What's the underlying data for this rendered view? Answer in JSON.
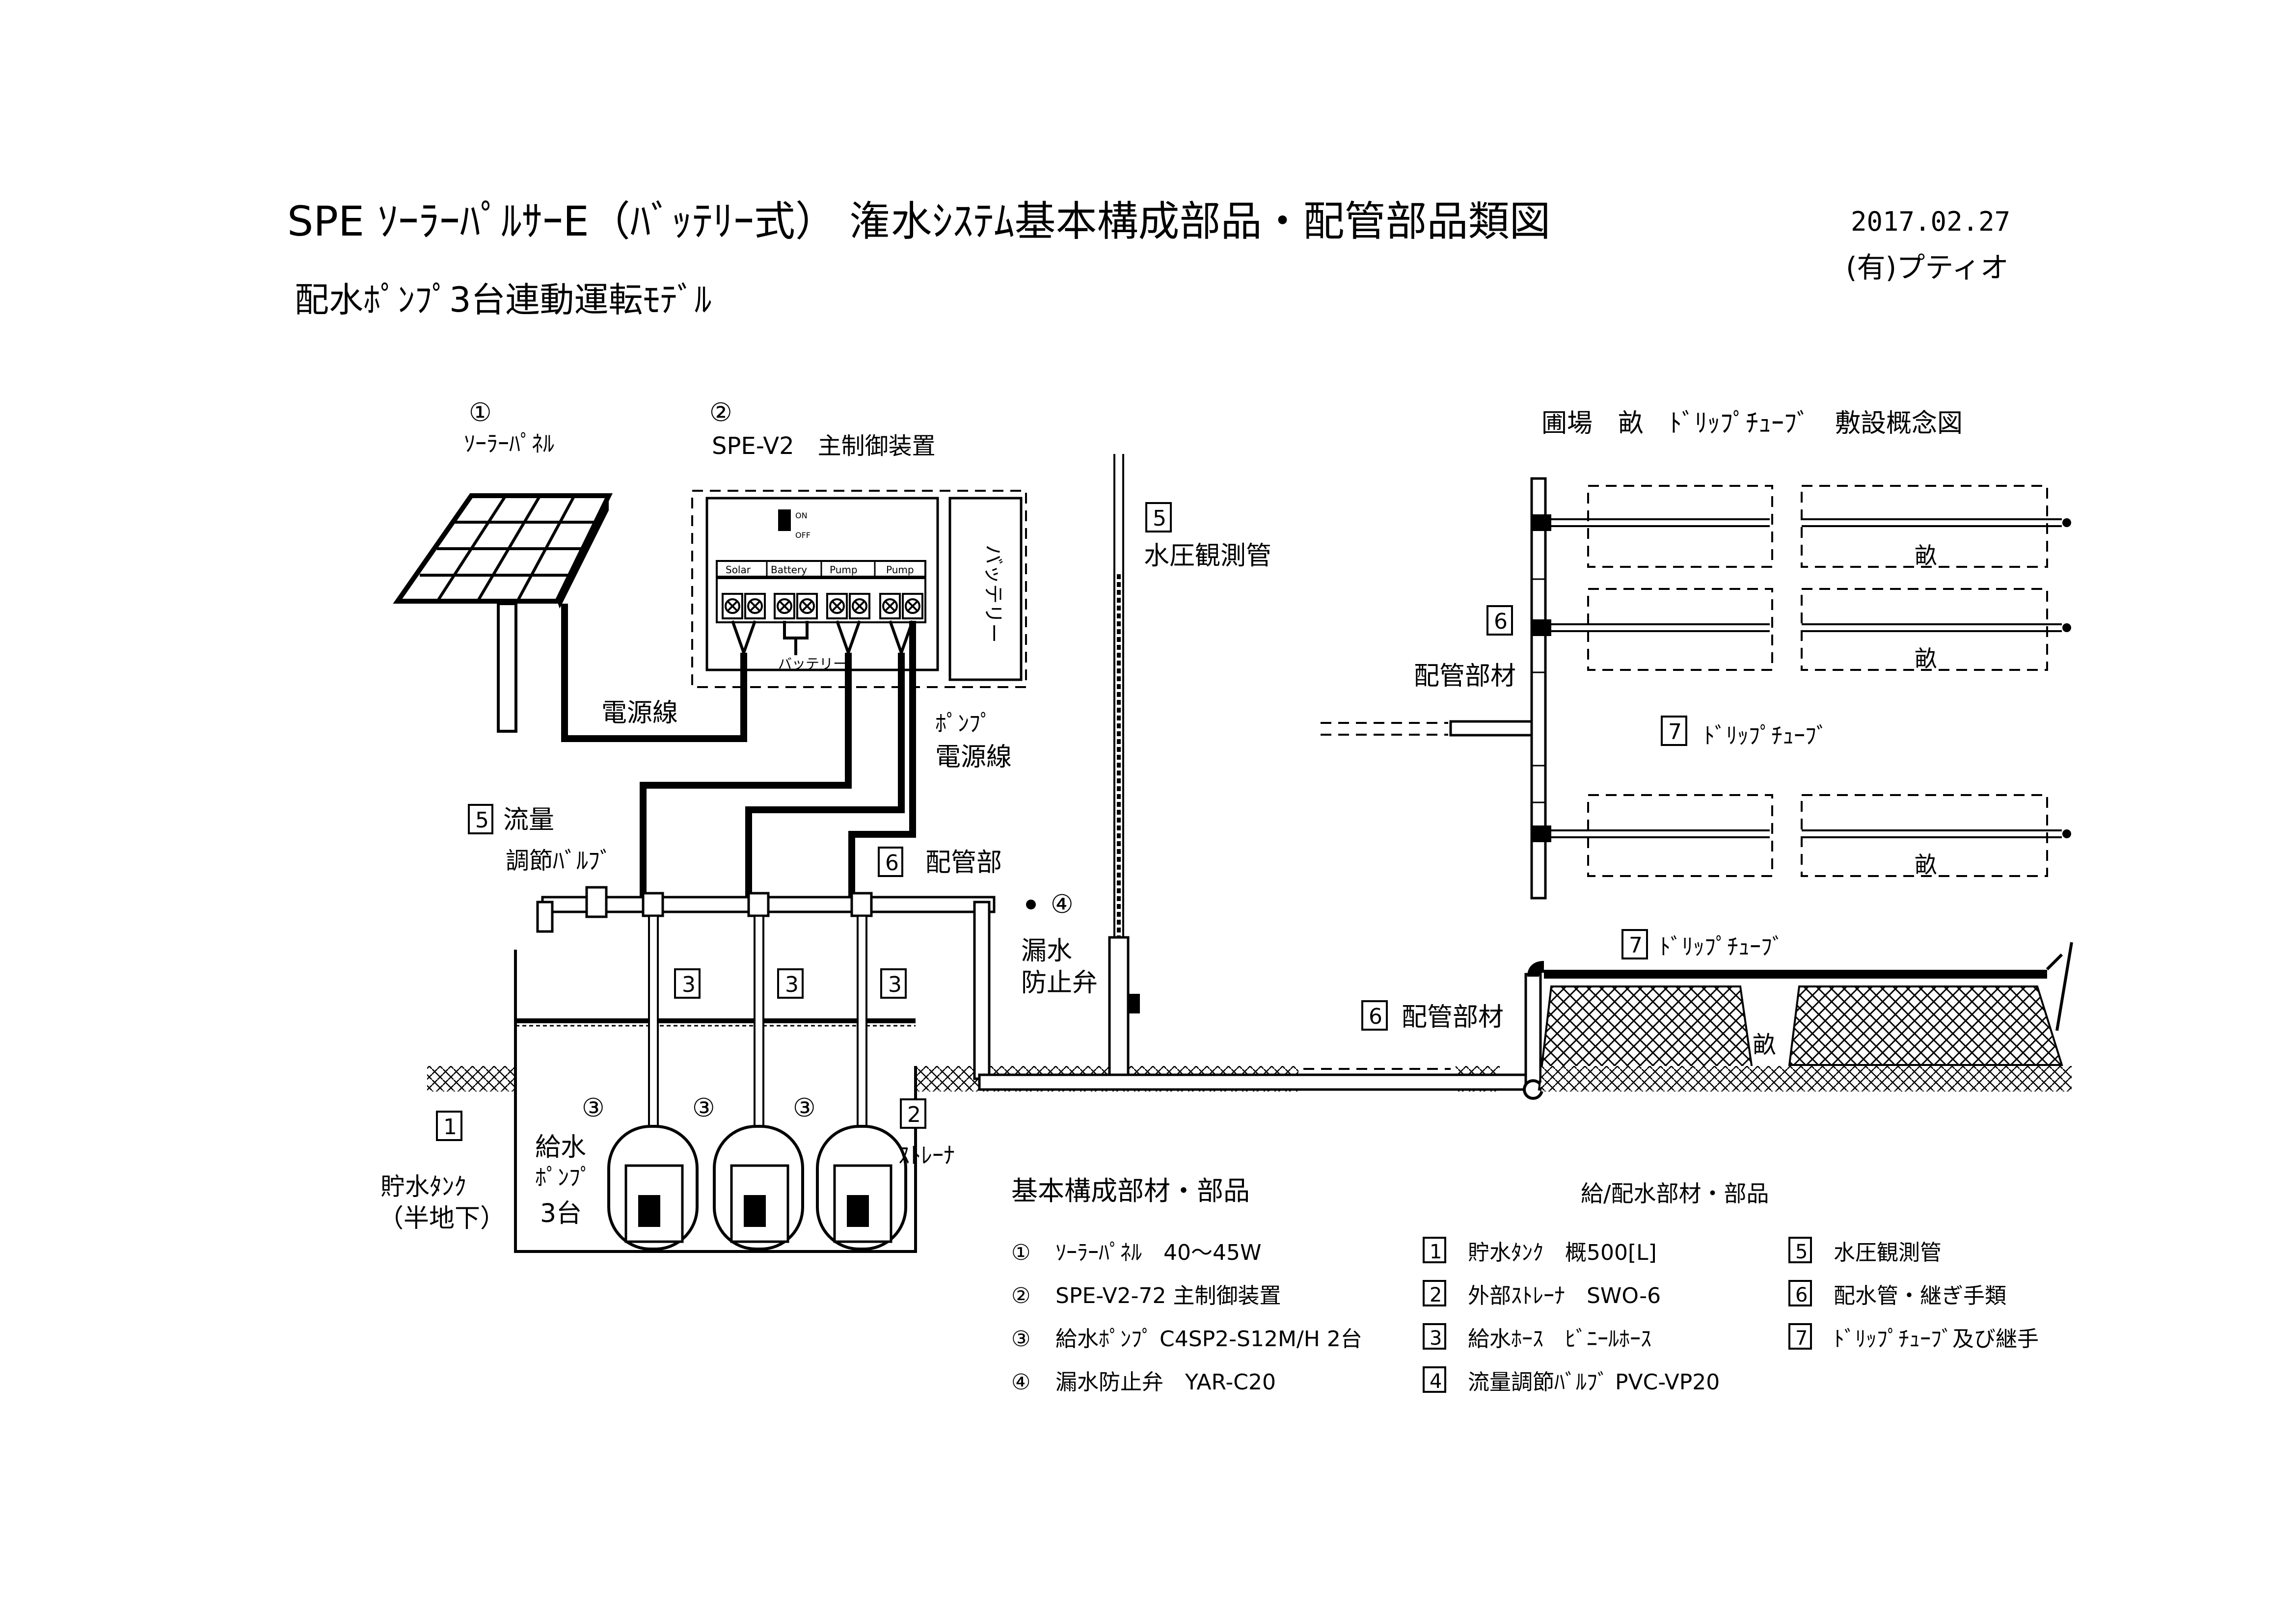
{
  "header": {
    "title": "SPE ｿｰﾗｰﾊﾟﾙｻｰE（ﾊﾞｯﾃﾘｰ式） 潅水ｼｽﾃﾑ基本構成部品・配管部品類図",
    "subtitle": "配水ﾎﾟﾝﾌﾟ3台連動運転ﾓﾃﾞﾙ",
    "date": "2017.02.27",
    "company": "(有)プティオ"
  },
  "components": {
    "solar_num": "①",
    "solar_label": "ｿｰﾗｰﾊﾟﾈﾙ",
    "controller_num": "②",
    "controller_label": "SPE-V2　主制御装置",
    "battery_label": "バッテリー",
    "switch_on": "ON",
    "switch_off": "OFF",
    "terminal_solar": "Solar",
    "terminal_battery": "Battery",
    "terminal_pump1": "Pump",
    "terminal_pump2": "Pump",
    "battery_wire": "バッテリー",
    "power_cable": "電源線",
    "pump_cable_1": "ﾎﾟﾝﾌﾟ",
    "pump_cable_2": "電源線",
    "valve_num": "5",
    "valve_label_1": "流量",
    "valve_label_2": "調節ﾊﾞﾙﾌﾞ",
    "pipe_num": "6",
    "pipe_label": "配管部",
    "check_num": "④",
    "check_label_1": "漏水",
    "check_label_2": "防止弁",
    "gauge_num": "5",
    "gauge_label": "水圧観測管",
    "hose_num_1": "3",
    "hose_num_2": "3",
    "hose_num_3": "3",
    "tank_num": "1",
    "tank_label_1": "貯水ﾀﾝｸ",
    "tank_label_2": "（半地下）",
    "pump_num_1": "③",
    "pump_num_2": "③",
    "pump_num_3": "③",
    "pump_label_1": "給水",
    "pump_label_2": "ﾎﾟﾝﾌﾟ",
    "pump_label_3": "3台",
    "strainer_num": "2",
    "strainer_label": "ｽﾄﾚｰﾅ",
    "field_pipe_num": "6",
    "field_pipe_label": "配管部材",
    "drip_num": "7",
    "drip_label": "ﾄﾞﾘｯﾌﾟﾁｭｰﾌﾞ",
    "ridge_label": "畝"
  },
  "concept": {
    "title": "圃場　畝　ﾄﾞﾘｯﾌﾟﾁｭｰﾌﾞ　敷設概念図",
    "pipe_num": "6",
    "pipe_label": "配管部材",
    "drip_num": "7",
    "drip_label": "ﾄﾞﾘｯﾌﾟﾁｭｰﾌﾞ",
    "ridge_1": "畝",
    "ridge_2": "畝",
    "ridge_3": "畝"
  },
  "basic_parts": {
    "heading": "基本構成部材・部品",
    "items": [
      {
        "num": "①",
        "text": "ｿｰﾗｰﾊﾟﾈﾙ　40～45W"
      },
      {
        "num": "②",
        "text": "SPE-V2-72 主制御装置"
      },
      {
        "num": "③",
        "text": "給水ﾎﾟﾝﾌﾟ C4SP2-S12M/H 2台"
      },
      {
        "num": "④",
        "text": "漏水防止弁　YAR-C20"
      }
    ]
  },
  "supply_parts": {
    "heading": "給/配水部材・部品",
    "col1": [
      {
        "num": "1",
        "text": "貯水ﾀﾝｸ　概500[L]"
      },
      {
        "num": "2",
        "text": "外部ｽﾄﾚｰﾅ　SWO-6"
      },
      {
        "num": "3",
        "text": "給水ﾎｰｽ　ﾋﾞﾆｰﾙﾎｰｽ"
      },
      {
        "num": "4",
        "text": "流量調節ﾊﾞﾙﾌﾞ PVC-VP20"
      }
    ],
    "col2": [
      {
        "num": "5",
        "text": "水圧観測管"
      },
      {
        "num": "6",
        "text": "配水管・継ぎ手類"
      },
      {
        "num": "7",
        "text": "ﾄﾞﾘｯﾌﾟﾁｭｰﾌﾞ及び継手"
      }
    ]
  }
}
